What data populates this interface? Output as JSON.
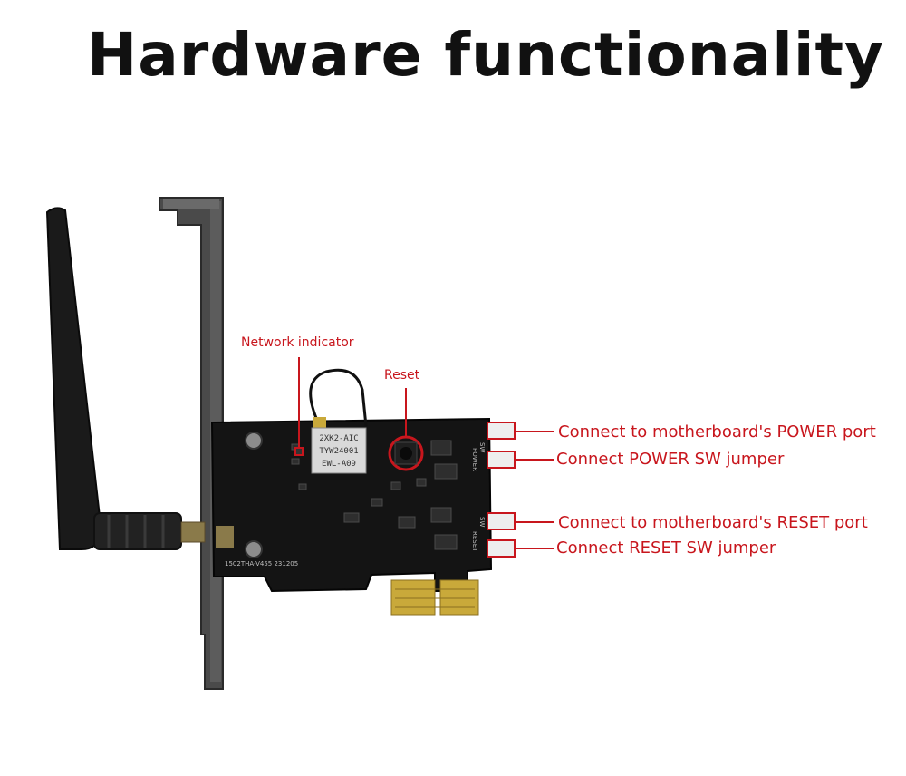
{
  "title": "Hardware functionality",
  "colors": {
    "annotation": "#c8161d",
    "pcb": "#141414",
    "bracket": "#4a4a4a",
    "gold_contacts": "#c9a93a"
  },
  "annotations": {
    "network_indicator": "Network indicator",
    "reset": "Reset",
    "power_port": "Connect to motherboard's POWER port",
    "power_sw": "Connect POWER SW jumper",
    "reset_port": "Connect to motherboard's RESET port",
    "reset_sw": "Connect RESET SW jumper"
  },
  "board_markings": {
    "module_line1": "2XK2-AIC",
    "module_line2": "TYW24001",
    "module_line3": "EWL-A09",
    "pcb_text": "1502THA-V455 231205",
    "silk_sw1": "SW",
    "silk_sw2": "SW",
    "silk_power": "POWER",
    "silk_reset": "RESET"
  }
}
